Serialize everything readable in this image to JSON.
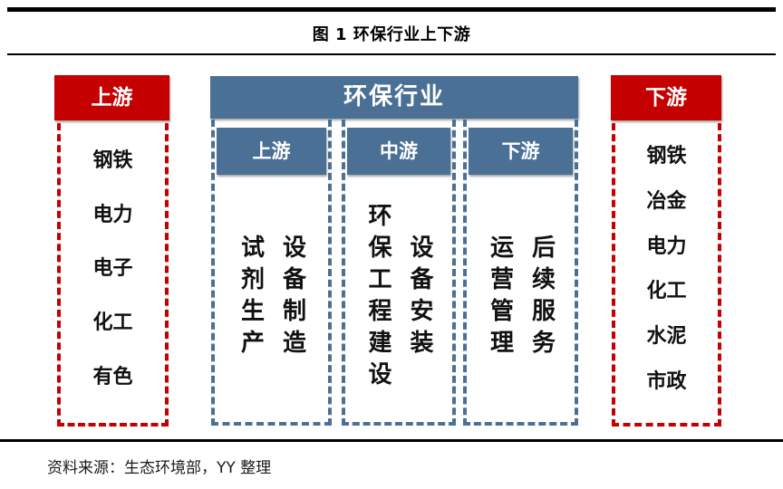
{
  "figure": {
    "title": "图 1 环保行业上下游",
    "source_note": "资料来源：生态环境部，YY 整理"
  },
  "palette": {
    "red": "#c40000",
    "blue": "#4a7096"
  },
  "upstream_panel": {
    "header": "上游",
    "items": [
      "钢铁",
      "电力",
      "电子",
      "化工",
      "有色"
    ]
  },
  "industry_panel": {
    "header": "环保行业",
    "columns": [
      {
        "header": "上游",
        "segments": [
          "试剂生产",
          "设备制造"
        ]
      },
      {
        "header": "中游",
        "segments": [
          "环保工程建设",
          "设备安装"
        ]
      },
      {
        "header": "下游",
        "segments": [
          "运营管理",
          "后续服务"
        ]
      }
    ]
  },
  "downstream_panel": {
    "header": "下游",
    "items": [
      "钢铁",
      "冶金",
      "电力",
      "化工",
      "水泥",
      "市政"
    ]
  }
}
